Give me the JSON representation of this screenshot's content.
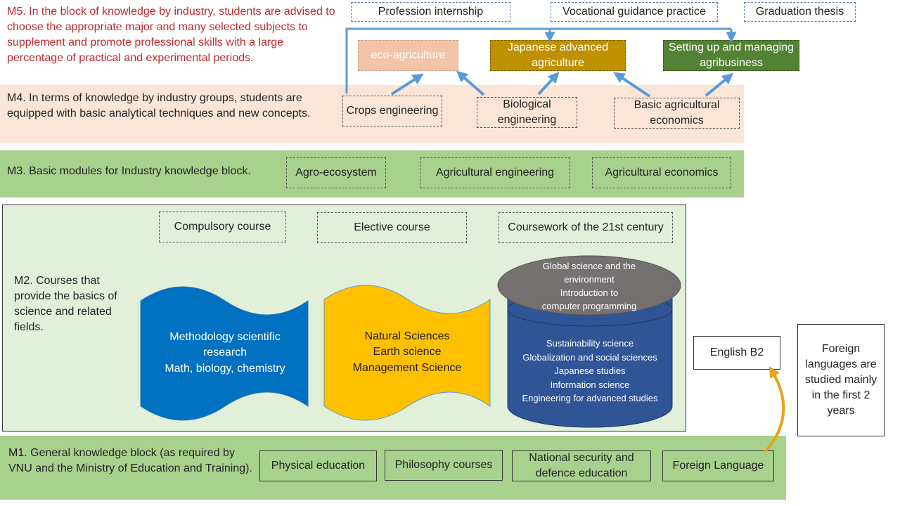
{
  "m5": {
    "text": "M5. In the block of knowledge by industry, students are advised to choose the appropriate major and many selected subjects to supplement and promote professional skills with a large percentage of practical and experimental periods.",
    "top_boxes": [
      "Profession internship",
      "Vocational guidance practice",
      "Graduation thesis"
    ],
    "majors": [
      {
        "label": "eco-agriculture",
        "color": "#f4c4a8"
      },
      {
        "label": "Japanese advanced agriculture",
        "color": "#bf9000"
      },
      {
        "label": "Setting up and managing agribusiness",
        "color": "#548235"
      }
    ]
  },
  "m4": {
    "text": "M4. In terms of knowledge by industry groups, students are equipped with basic analytical techniques and new concepts.",
    "band_color": "#fbe5d6",
    "boxes": [
      "Crops engineering",
      "Biological engineering",
      "Basic agricultural economics"
    ]
  },
  "m3": {
    "text": "M3. Basic modules for Industry knowledge block.",
    "band_color": "#a9d18e",
    "boxes": [
      "Agro-ecosystem",
      "Agricultural engineering",
      "Agricultural economics"
    ]
  },
  "m2": {
    "text": "M2. Courses that provide the basics of science and related fields.",
    "band_color": "#e2f0d9",
    "headers": [
      "Compulsory course",
      "Elective course",
      "Coursework of the 21st century"
    ],
    "compulsory": {
      "lines": [
        "Methodology scientific",
        "research",
        "Math, biology, chemistry"
      ],
      "color": "#0070c0"
    },
    "elective": {
      "lines": [
        "Natural Sciences",
        "Earth science",
        "Management Science"
      ],
      "color": "#ffc000"
    },
    "century_top": {
      "lines": [
        "Global science and the",
        "environment",
        "Introduction  to",
        "computer  programming"
      ],
      "color": "#767171"
    },
    "century_body": {
      "lines": [
        "Sustainability science",
        "Globalization and social sciences",
        "Japanese studies",
        "Information  science",
        "Engineering for advanced studies"
      ],
      "color": "#2f5597"
    }
  },
  "m1": {
    "text": "M1. General knowledge block (as required by VNU and the Ministry of Education and Training).",
    "band_color": "#a9d18e",
    "boxes": [
      "Physical education",
      "Philosophy courses",
      "National security and defence education",
      "Foreign Language"
    ]
  },
  "side": {
    "english": "English B2",
    "note": "Foreign languages are studied mainly in the first 2 years",
    "arrow_color": "#e8a317"
  },
  "arrow_color": "#5b9bd5"
}
